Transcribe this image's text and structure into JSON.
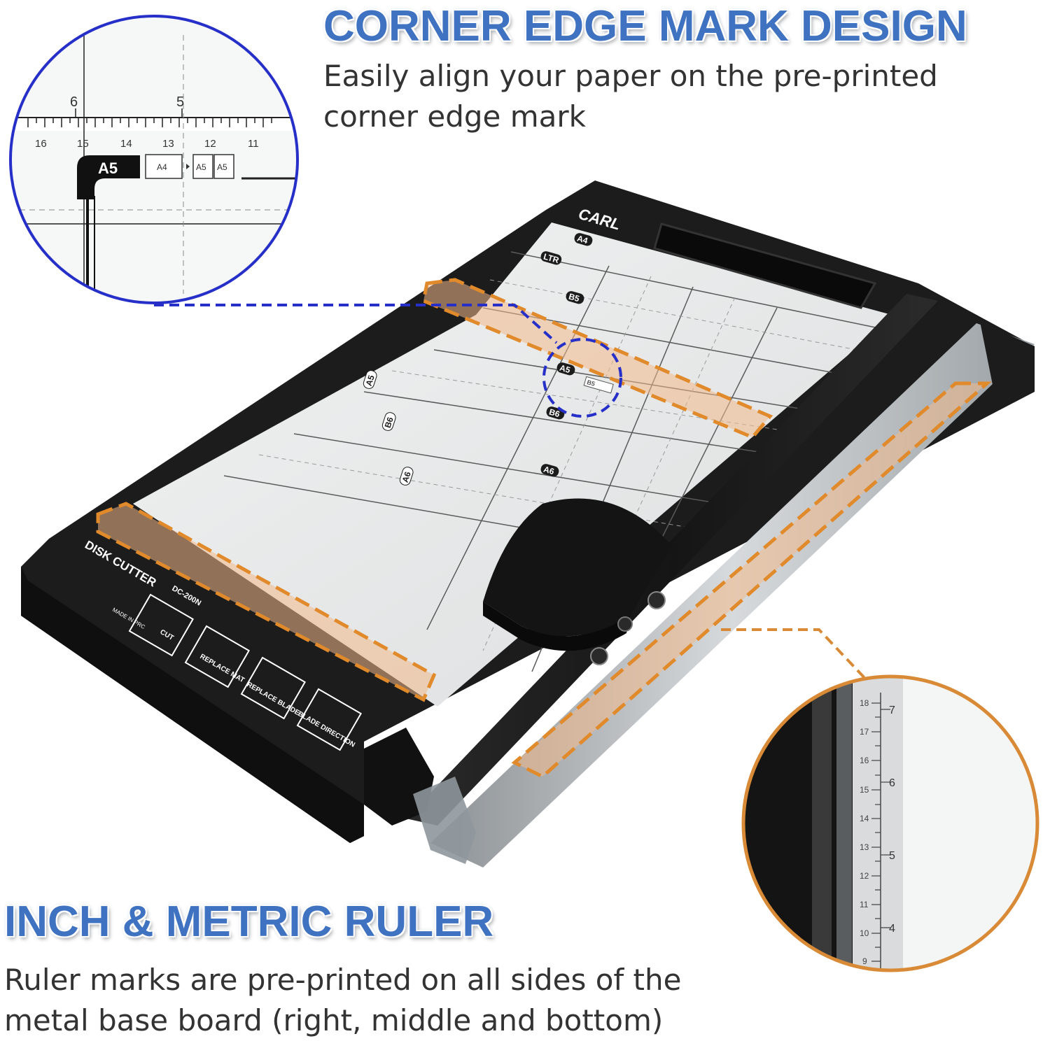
{
  "corner_section": {
    "title": "CORNER EDGE MARK DESIGN",
    "description_line1": "Easily align your paper on the pre-printed",
    "description_line2": "corner edge mark"
  },
  "ruler_section": {
    "title": "INCH & METRIC RULER",
    "description_line1": "Ruler marks are pre-printed on all sides of the",
    "description_line2": "metal base board (right, middle and bottom)"
  },
  "zoom_corner": {
    "inch_numbers": [
      "6",
      "5"
    ],
    "cm_numbers": [
      "16",
      "15",
      "14",
      "13",
      "12",
      "11"
    ],
    "mark_main": "A5",
    "mark_a4": "A4",
    "mark_box1": "A5",
    "mark_box2": "A5"
  },
  "zoom_ruler": {
    "cm_numbers": [
      "18",
      "17",
      "16",
      "15",
      "14",
      "13",
      "12",
      "11",
      "10",
      "9"
    ],
    "inch_numbers": [
      "7",
      "6",
      "5",
      "4"
    ]
  },
  "product": {
    "brand": "CARL",
    "model_title": "DISK CUTTER",
    "model_number": "DC-200N",
    "made_in": "MADE IN PRC",
    "instructions": [
      "CUT",
      "REPLACE MAT",
      "REPLACE BLADE",
      "BLADE DIRECTION"
    ],
    "board_marks": [
      "A4",
      "LTR",
      "B5",
      "A5",
      "B6",
      "A6",
      "B5",
      "A5",
      "B6",
      "A6"
    ]
  },
  "colors": {
    "headline": "#3f72c0",
    "zoom_ring_blue": "#2630c8",
    "highlight_orange": "#e08a2c",
    "zoom_ring_orange": "#d88a36",
    "board_black": "#1c1c1c",
    "board_gray": "#e9eaea"
  }
}
